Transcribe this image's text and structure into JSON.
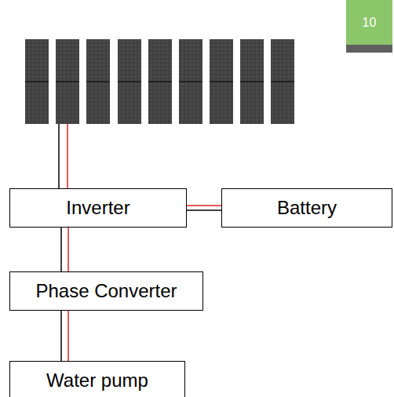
{
  "diagram": {
    "nodes": [
      {
        "text": [
          "Inverter"
        ]
      },
      {
        "text": [
          "Battery"
        ]
      },
      {
        "text": [
          "Phase Converter"
        ]
      },
      {
        "text": [
          "Water pump"
        ]
      }
    ],
    "edges": [
      {
        "from": 0,
        "to": 1,
        "arrow": "none"
      },
      {
        "from": 0,
        "to": 2,
        "arrow": "none"
      },
      {
        "from": 2,
        "to": 3,
        "arrow": "none"
      }
    ],
    "labels": [
      "10"
    ]
  }
}
